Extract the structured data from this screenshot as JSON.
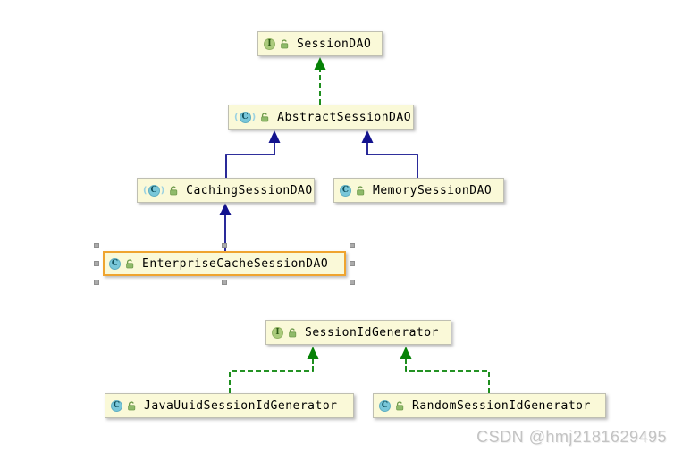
{
  "diagram": {
    "kind": "uml-class-diagram",
    "nodes": [
      {
        "label": "SessionDAO",
        "stereotype": "interface",
        "visibility": "public",
        "selected": false
      },
      {
        "label": "AbstractSessionDAO",
        "stereotype": "abstract-class",
        "visibility": "public",
        "selected": false
      },
      {
        "label": "CachingSessionDAO",
        "stereotype": "abstract-class",
        "visibility": "public",
        "selected": false
      },
      {
        "label": "MemorySessionDAO",
        "stereotype": "class",
        "visibility": "public",
        "selected": false
      },
      {
        "label": "EnterpriseCacheSessionDAO",
        "stereotype": "class",
        "visibility": "public",
        "selected": true
      },
      {
        "label": "SessionIdGenerator",
        "stereotype": "interface",
        "visibility": "public",
        "selected": false
      },
      {
        "label": "JavaUuidSessionIdGenerator",
        "stereotype": "class",
        "visibility": "public",
        "selected": false
      },
      {
        "label": "RandomSessionIdGenerator",
        "stereotype": "class",
        "visibility": "public",
        "selected": false
      }
    ],
    "edges": [
      {
        "from": "AbstractSessionDAO",
        "to": "SessionDAO",
        "type": "realization"
      },
      {
        "from": "CachingSessionDAO",
        "to": "AbstractSessionDAO",
        "type": "generalization"
      },
      {
        "from": "MemorySessionDAO",
        "to": "AbstractSessionDAO",
        "type": "generalization"
      },
      {
        "from": "EnterpriseCacheSessionDAO",
        "to": "CachingSessionDAO",
        "type": "generalization"
      },
      {
        "from": "JavaUuidSessionIdGenerator",
        "to": "SessionIdGenerator",
        "type": "realization"
      },
      {
        "from": "RandomSessionIdGenerator",
        "to": "SessionIdGenerator",
        "type": "realization"
      }
    ]
  },
  "icons": {
    "interface_letter": "I",
    "class_letter": "C",
    "visibility_icon": "unlocked-padlock"
  },
  "colors": {
    "node_fill": "#FAF9D8",
    "node_border": "#BFBFB2",
    "selected_border": "#EFA42F",
    "realization": "#068206",
    "generalization": "#12128E",
    "interface_icon": "#ABCB7C",
    "class_icon": "#79C7D9"
  },
  "watermark": {
    "text": "CSDN @hmj2181629495"
  }
}
